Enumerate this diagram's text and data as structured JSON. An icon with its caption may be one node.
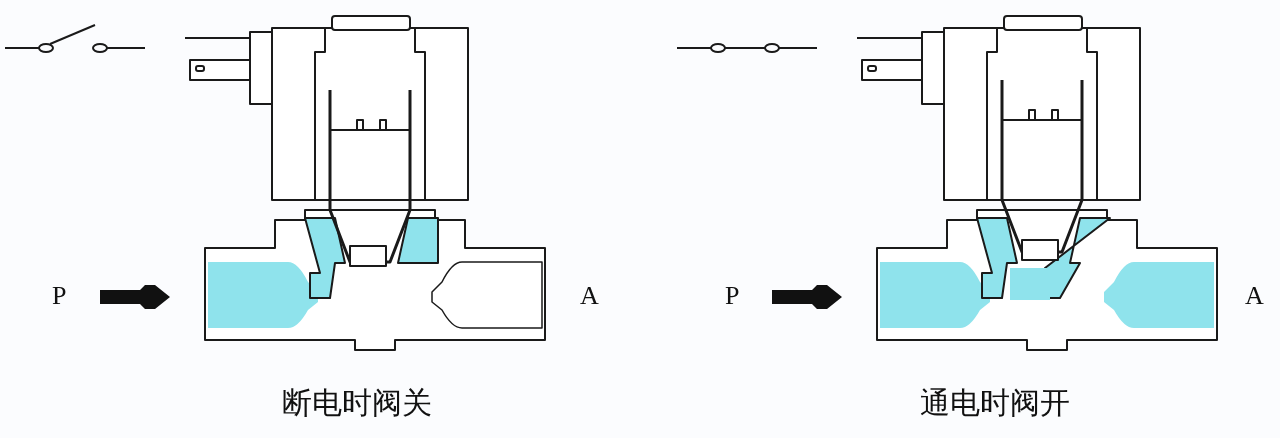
{
  "diagram": {
    "labels": [
      "P",
      "A",
      "P",
      "A",
      "断电时阀关",
      "通电时阀开"
    ]
  }
}
